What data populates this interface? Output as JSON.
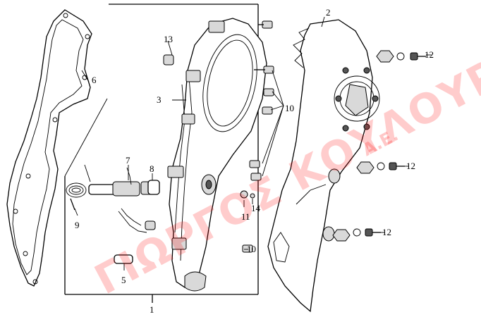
{
  "diagram": {
    "callouts": [
      {
        "id": "callout-1",
        "text": "1"
      },
      {
        "id": "callout-2",
        "text": "2"
      },
      {
        "id": "callout-3",
        "text": "3"
      },
      {
        "id": "callout-5",
        "text": "5"
      },
      {
        "id": "callout-6",
        "text": "6"
      },
      {
        "id": "callout-7",
        "text": "7"
      },
      {
        "id": "callout-8",
        "text": "8"
      },
      {
        "id": "callout-9",
        "text": "9"
      },
      {
        "id": "callout-10a",
        "text": "10"
      },
      {
        "id": "callout-10b",
        "text": "10"
      },
      {
        "id": "callout-11",
        "text": "11"
      },
      {
        "id": "callout-12a",
        "text": "12"
      },
      {
        "id": "callout-12b",
        "text": "12"
      },
      {
        "id": "callout-12c",
        "text": "12"
      },
      {
        "id": "callout-13",
        "text": "13"
      },
      {
        "id": "callout-14",
        "text": "14"
      }
    ],
    "watermark": {
      "main": "ΓΙΩΡΓΟΣ ΚΟΥΛΟΥΡΑΣ",
      "suffix": "Α.Ε."
    },
    "colors": {
      "ink": "#000000",
      "watermark": "#ff0000"
    }
  }
}
